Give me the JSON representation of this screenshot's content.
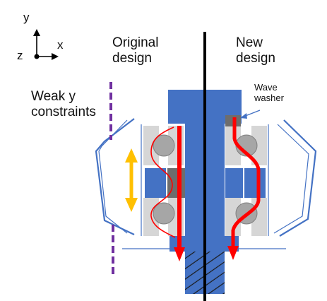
{
  "axes": {
    "y_label": "y",
    "x_label": "x",
    "z_label": "z"
  },
  "labels": {
    "original_design": "Original\ndesign",
    "new_design": "New\ndesign",
    "weak_y": "Weak y\nconstraints",
    "wave_washer": "Wave\nwasher"
  },
  "colors": {
    "bolt": "#4472c4",
    "bearing_race": "#d6d6d6",
    "ball": "#a6a6a6",
    "load_path": "#ff0000",
    "constraint_arrow": "#ffc000",
    "constraint_line": "#7030a0",
    "housing": "#4472c4",
    "washer": "#6d6d6d"
  }
}
